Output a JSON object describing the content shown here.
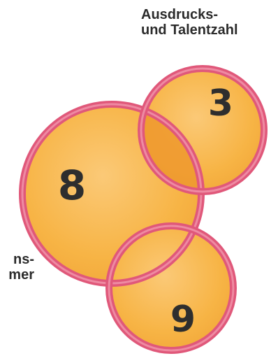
{
  "labels": {
    "top_line1": "Ausdrucks-",
    "top_line2": "und Talentzahl",
    "left_line1": "ns-",
    "left_line2": "mer"
  },
  "numbers": {
    "big": "8",
    "top": "3",
    "bottom": "9"
  },
  "colors": {
    "fill": "#f7b445",
    "fill_light": "#fbc56a",
    "overlap": "#ee9a30",
    "ring": "#e0587a",
    "ring_light": "#f08ba3",
    "number_text": "#2e2e2e"
  }
}
